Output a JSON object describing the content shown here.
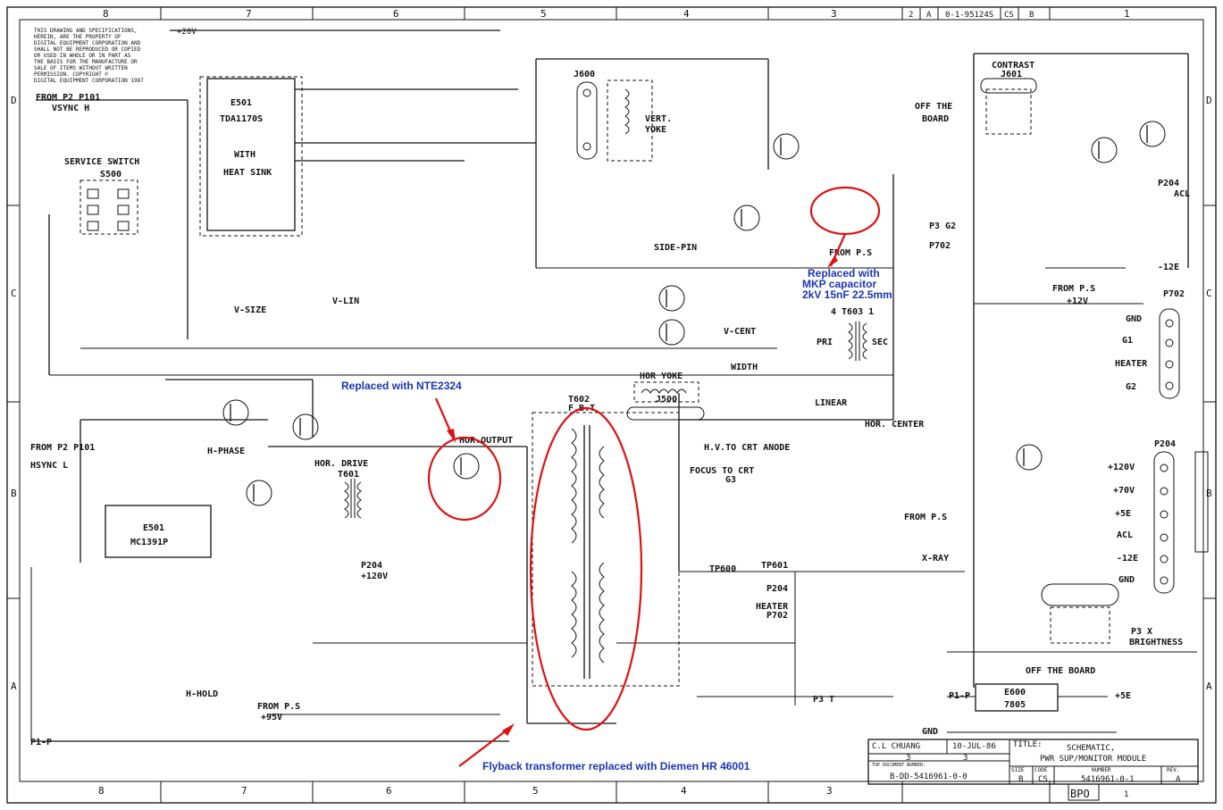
{
  "grid": {
    "columns": [
      "8",
      "7",
      "6",
      "5",
      "4",
      "3",
      "2",
      "1"
    ],
    "rows": [
      "D",
      "C",
      "B",
      "A"
    ]
  },
  "header_small": [
    "2",
    "A",
    "0-1-95124S",
    "CS",
    "B"
  ],
  "copyright": [
    "THIS DRAWING AND SPECIFICATIONS,",
    "HEREIN, ARE THE PROPERTY OF",
    "DIGITAL EQUIPMENT CORPORATION AND",
    "SHALL NOT BE REPRODUCED OR COPIED",
    "OR USED IN WHOLE OR IN PART AS",
    "THE BASIS FOR THE MANUFACTURE OR",
    "SALE OF ITEMS WITHOUT WRITTEN",
    "PERMISSION. COPYRIGHT ©",
    "DIGITAL EQUIPMENT CORPORATION 1987"
  ],
  "notes": {
    "mkp": [
      "Replaced with",
      "MKP capacitor",
      "2kV 15nF 22.5mm"
    ],
    "nte": "Replaced with NTE2324",
    "flyback": "Flyback transformer replaced with Diemen HR 46001"
  },
  "labels": {
    "p2_vsync": "FROM P2 P101",
    "vsync": "VSYNC H",
    "service_switch": "SERVICE SWITCH",
    "s500": "S500",
    "e501_v": "E501",
    "tda": "TDA1170S",
    "heatsink1": "WITH",
    "heatsink2": "HEAT SINK",
    "v_size": "V-SIZE",
    "v_lin": "V-LIN",
    "j600": "J600",
    "vert_yoke1": "VERT.",
    "vert_yoke2": "YOKE",
    "side_pin": "SIDE-PIN",
    "v_cent": "V-CENT",
    "off_board1": "OFF THE",
    "off_board2": "BOARD",
    "from_ps_95": "FROM P.S",
    "p3g2": "P3 G2",
    "p702": "P702",
    "contrast": "CONTRAST",
    "j601": "J601",
    "from_ps_12": "FROM P.S",
    "plus12": "+12V",
    "minus12": "-12E",
    "p204_acl": "P204",
    "acl": "ACL",
    "t603": "4 T603 1",
    "pri": "PRI",
    "sec": "SEC",
    "p702_conn": "P702",
    "gnd": "GND",
    "g1": "G1",
    "heater": "HEATER",
    "g2": "G2",
    "hor_yoke": "HOR YOKE",
    "j500": "J500",
    "width": "WIDTH",
    "linear": "LINEAR",
    "fbt": "T602",
    "fbt2": "F.B.T",
    "hor_output": "HOR.OUTPUT",
    "hor_drive": "HOR. DRIVE",
    "t601": "T601",
    "h_phase": "H-PHASE",
    "e501_h": "E501",
    "mc1391": "MC1391P",
    "p2_hsync": "FROM P2 P101",
    "hsync": "HSYNC L",
    "h_hold": "H-HOLD",
    "hv_anode": "H.V.TO CRT ANODE",
    "focus": "FOCUS TO CRT",
    "g3": "G3",
    "hor_center": "HOR. CENTER",
    "from_ps_95b": "FROM P.S",
    "xray": "X-RAY",
    "tp600": "TP600",
    "tp601": "TP601",
    "p204_heater": "P204",
    "p702_heater": "P702",
    "heater2": "HEATER",
    "p204_120": "P204",
    "plus120": "+120V",
    "from_ps_95c": "FROM P.S",
    "plus95": "+95V",
    "p1p_left": "P1-P",
    "p3t": "P3 T",
    "p1p_right": "P1-P",
    "e600": "E600",
    "reg7805": "7805",
    "plus5e": "+5E",
    "gnd2": "GND",
    "p3x": "P3 X",
    "brightness": "BRIGHTNESS",
    "off_board3": "OFF THE BOARD",
    "p204_conn": "P204",
    "plus20": "+20V",
    "minus12e": "-12E"
  },
  "p204_pins": [
    "+120V",
    "+70V",
    "+5E",
    "ACL",
    "-12E",
    "GND"
  ],
  "p702_pins": [
    "GND",
    "G1",
    "HEATER",
    "G2"
  ],
  "title_block": {
    "drawn": "C.L CHUANG",
    "date": "10-JUL-86",
    "title_label": "TITLE:",
    "title1": "SCHEMATIC,",
    "title2": "PWR SUP/MONITOR MODULE",
    "sheet": "3",
    "of": "3",
    "top_doc_label": "TOP DOCUMENT NUMBER:",
    "top_doc": "B-DD-5416961-0-0",
    "size_label": "SIZE",
    "size": "B",
    "code_label": "CODE",
    "code": "CS",
    "number_label": "NUMBER",
    "number": "5416961-0-1",
    "rev_label": "REV.",
    "rev": "A",
    "stamp": "BPO",
    "stamp_num": "1"
  }
}
